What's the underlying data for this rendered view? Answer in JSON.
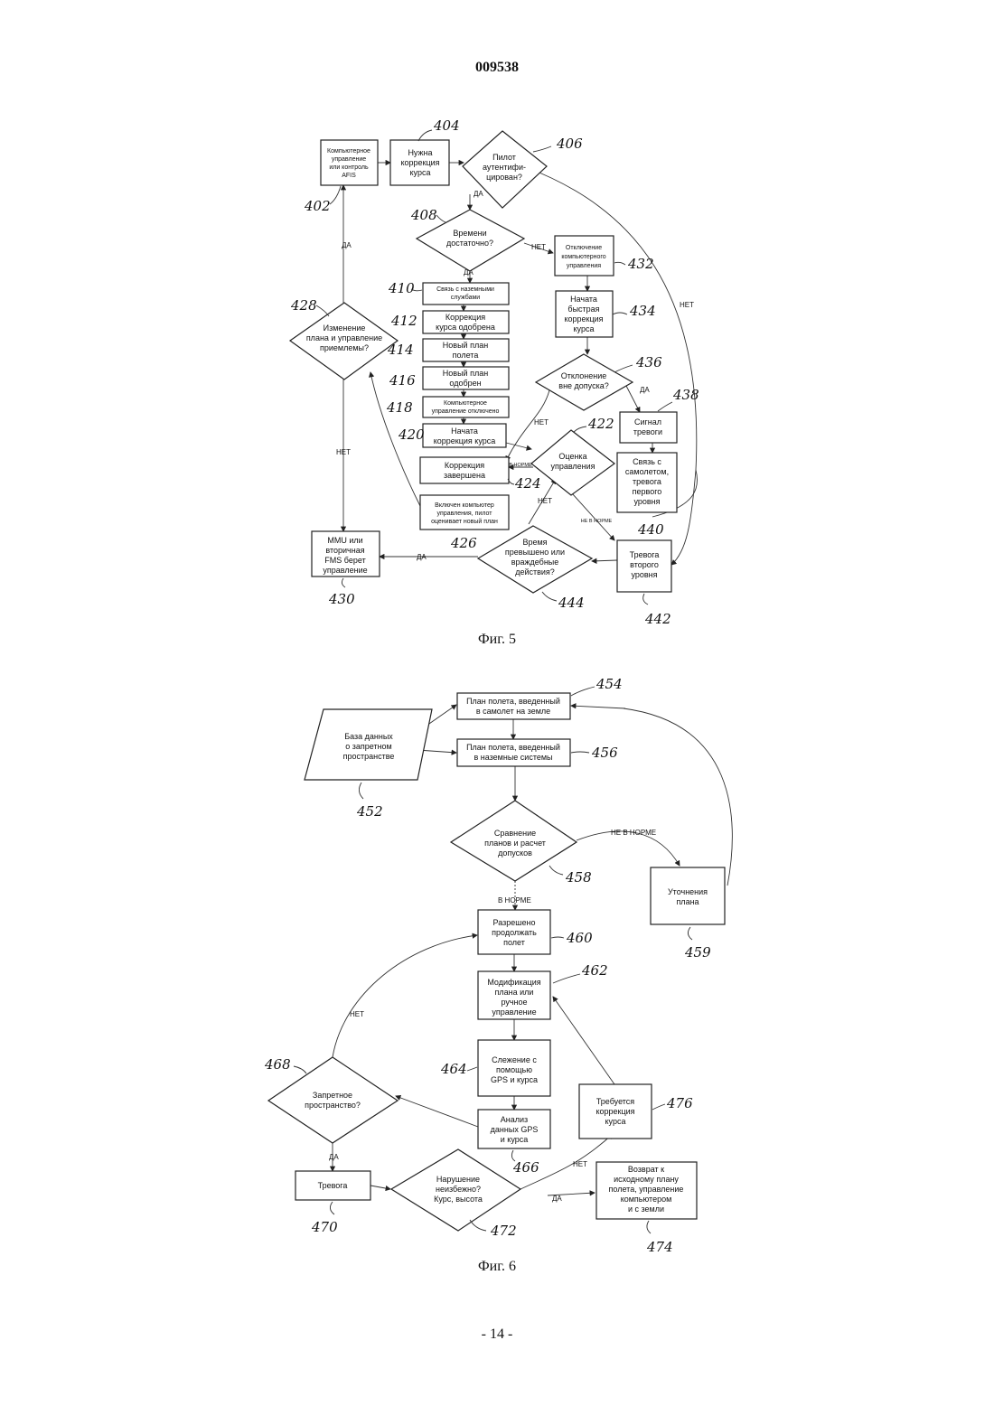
{
  "doc_number": "009538",
  "page_number": "- 14 -",
  "fig5": {
    "caption": "Фиг. 5",
    "nodes": {
      "n402": [
        "Компьютерное",
        "управление",
        "или контроль",
        "AFIS"
      ],
      "n404": [
        "Нужна",
        "коррекция",
        "курса"
      ],
      "n406": [
        "Пилот",
        "аутентифи-",
        "цирован?"
      ],
      "n408": [
        "Времени",
        "достаточно?"
      ],
      "n410": [
        "Связь с наземными",
        "службами"
      ],
      "n412": [
        "Коррекция",
        "курса одобрена"
      ],
      "n414": [
        "Новый план",
        "полета"
      ],
      "n416": [
        "Новый план",
        "одобрен"
      ],
      "n418": [
        "Компьютерное",
        "управление отключено"
      ],
      "n420": [
        "Начата",
        "коррекция курса"
      ],
      "n422": [
        "Оценка",
        "управления"
      ],
      "n424": [
        "Коррекция",
        "завершена"
      ],
      "n426": [
        "Включен компьютер",
        "управления, пилот",
        "оценивает новый план"
      ],
      "n428": [
        "Изменение",
        "плана и управление",
        "приемлемы?"
      ],
      "n430": [
        "MMU или",
        "вторичная",
        "FMS берет",
        "управление"
      ],
      "n432": [
        "Отключение",
        "компьютерного",
        "управления"
      ],
      "n434": [
        "Начата",
        "быстрая",
        "коррекция",
        "курса"
      ],
      "n436": [
        "Отклонение",
        "вне допуска?"
      ],
      "n438": [
        "Сигнал",
        "тревоги"
      ],
      "n440": [
        "Связь с",
        "самолетом,",
        "тревога",
        "первого",
        "уровня"
      ],
      "n442": [
        "Тревога",
        "второго",
        "уровня"
      ],
      "n444": [
        "Время",
        "превышено или",
        "враждебные",
        "действия?"
      ]
    },
    "labels": {
      "yes": "ДА",
      "no": "НЕТ",
      "in_norm": "В НОРМЕ",
      "not_in_norm": "НЕ В НОРМЕ"
    },
    "refs": {
      "r402": "402",
      "r404": "404",
      "r406": "406",
      "r408": "408",
      "r410": "410",
      "r412": "412",
      "r414": "414",
      "r416": "416",
      "r418": "418",
      "r420": "420",
      "r422": "422",
      "r424": "424",
      "r426": "426",
      "r428": "428",
      "r430": "430",
      "r432": "432",
      "r434": "434",
      "r436": "436",
      "r438": "438",
      "r440": "440",
      "r442": "442",
      "r444": "444"
    }
  },
  "fig6": {
    "caption": "Фиг. 6",
    "nodes": {
      "n452": [
        "База данных",
        "о запретном",
        "пространстве"
      ],
      "n454": [
        "План полета, введенный",
        "в самолет на земле"
      ],
      "n456": [
        "План полета, введенный",
        "в наземные системы"
      ],
      "n458": [
        "Сравнение",
        "планов и расчет",
        "допусков"
      ],
      "n459": [
        "Уточнения",
        "плана"
      ],
      "n460": [
        "Разрешено",
        "продолжать",
        "полет"
      ],
      "n462": [
        "Модификация",
        "плана или",
        "ручное",
        "управление"
      ],
      "n464": [
        "Слежение с",
        "помощью",
        "GPS и курса"
      ],
      "n466": [
        "Анализ",
        "данных GPS",
        "и курса"
      ],
      "n468": [
        "Запретное",
        "пространство?"
      ],
      "n470": [
        "Тревога"
      ],
      "n472": [
        "Нарушение",
        "неизбежно?",
        "Курс, высота"
      ],
      "n474": [
        "Возврат к",
        "исходному плану",
        "полета, управление",
        "компьютером",
        "и с земли"
      ],
      "n476": [
        "Требуется",
        "коррекция",
        "курса"
      ]
    },
    "labels": {
      "yes": "ДА",
      "no": "НЕТ",
      "in_norm": "В НОРМЕ",
      "not_in_norm": "НЕ В НОРМЕ"
    },
    "refs": {
      "r452": "452",
      "r454": "454",
      "r456": "456",
      "r458": "458",
      "r459": "459",
      "r460": "460",
      "r462": "462",
      "r464": "464",
      "r466": "466",
      "r468": "468",
      "r470": "470",
      "r472": "472",
      "r474": "474",
      "r476": "476"
    }
  }
}
